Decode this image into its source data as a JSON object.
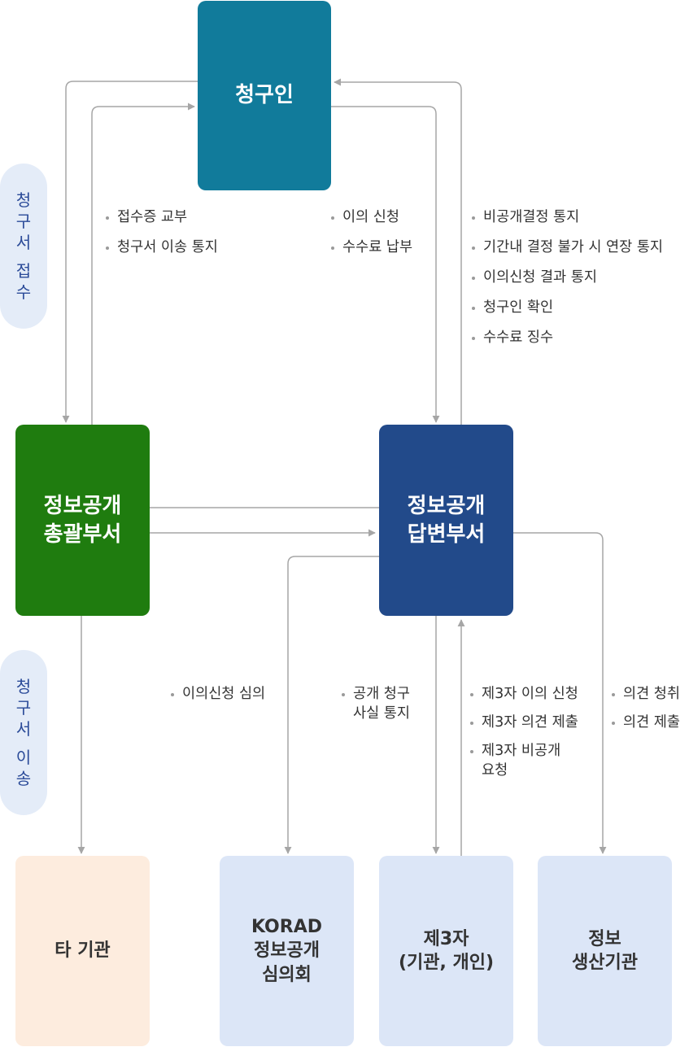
{
  "colors": {
    "requester": "#117b9b",
    "general_dept": "#1f7c0f",
    "answer_dept": "#224a8a",
    "other_agency": "#fdecde",
    "light_box": "#dce6f7",
    "side_label_bg": "#e4ecf8",
    "side_label_text": "#2a4a98",
    "arrow": "#a6a6a6"
  },
  "nodes": {
    "requester": {
      "lines": [
        "청구인"
      ]
    },
    "general_dept": {
      "lines": [
        "정보공개",
        "총괄부서"
      ]
    },
    "answer_dept": {
      "lines": [
        "정보공개",
        "답변부서"
      ]
    },
    "other_agency": {
      "lines": [
        "타 기관"
      ]
    },
    "committee": {
      "lines": [
        "KORAD",
        "정보공개",
        "심의회"
      ]
    },
    "third_party": {
      "lines": [
        "제3자",
        "(기관, 개인)"
      ]
    },
    "producer": {
      "lines": [
        "정보",
        "생산기관"
      ]
    }
  },
  "side_labels": {
    "reception": [
      "청",
      "구",
      "서",
      "접",
      "수"
    ],
    "transfer": [
      "청",
      "구",
      "서",
      "이",
      "송"
    ]
  },
  "notes": {
    "general_to_requester": [
      "접수증 교부",
      "청구서 이송 통지"
    ],
    "requester_to_answer": [
      "이의 신청",
      "수수료 납부"
    ],
    "answer_to_requester": [
      "비공개결정 통지",
      "기간내 결정 불가 시 연장 통지",
      "이의신청 결과 통지",
      "청구인 확인",
      "수수료 징수"
    ],
    "committee": [
      "이의신청 심의"
    ],
    "disclosure_notice": {
      "line1": "공개 청구",
      "line2": "사실 통지"
    },
    "third_party": [
      {
        "line1": "제3자 이의 신청"
      },
      {
        "line1": "제3자 의견 제출"
      },
      {
        "line1": "제3자 비공개",
        "line2": "요청"
      }
    ],
    "producer": [
      "의견 청취",
      "의견 제출"
    ]
  }
}
